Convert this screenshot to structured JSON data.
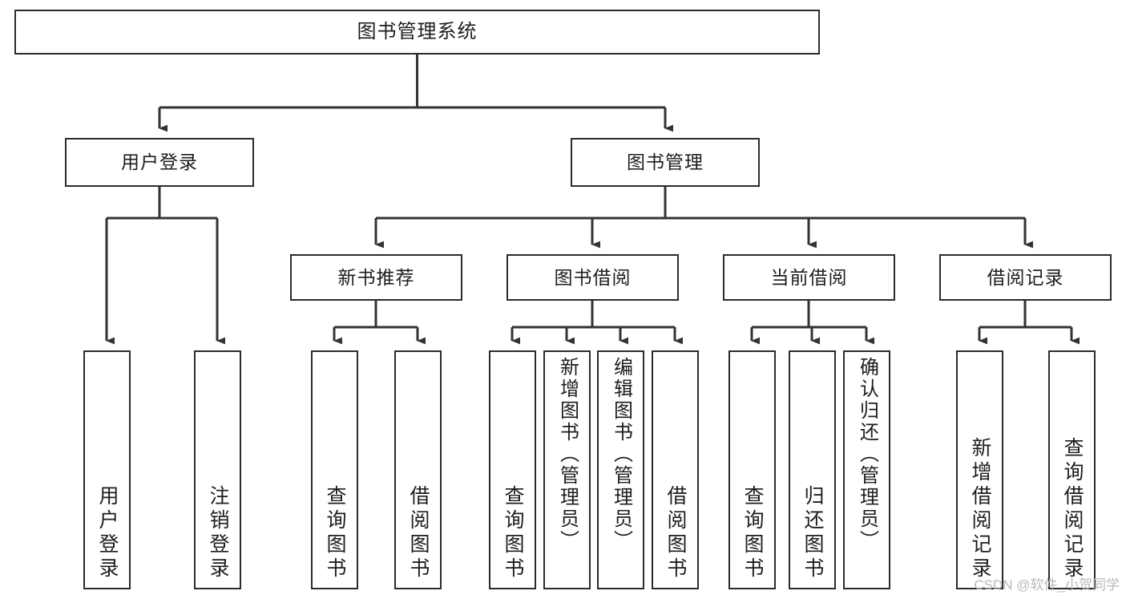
{
  "diagram": {
    "type": "tree",
    "title": "图书管理系统",
    "orientation": "top-down",
    "watermark": "CSDN @软件_小贺同学",
    "colors": {
      "node_border": "#2b2b2b",
      "node_fill": "#ffffff",
      "edge": "#333333",
      "text": "#1d1d1d",
      "watermark": "#b9b9b9",
      "background": "#ffffff"
    },
    "nodes": {
      "root": {
        "label": "图书管理系统"
      },
      "level2": [
        {
          "id": "user-login",
          "label": "用户登录"
        },
        {
          "id": "book-manage",
          "label": "图书管理"
        }
      ],
      "level3": [
        {
          "id": "new-book-rec",
          "label": "新书推荐"
        },
        {
          "id": "book-borrow",
          "label": "图书借阅"
        },
        {
          "id": "current-borrow",
          "label": "当前借阅"
        },
        {
          "id": "borrow-record",
          "label": "借阅记录"
        }
      ],
      "leaves": {
        "user_login": [
          {
            "id": "leaf-user-login",
            "label": "用户登录"
          },
          {
            "id": "leaf-logout-login",
            "label": "注销登录"
          }
        ],
        "new_book_rec": [
          {
            "id": "leaf-query-book-1",
            "label": "查询图书"
          },
          {
            "id": "leaf-borrow-book-1",
            "label": "借阅图书"
          }
        ],
        "book_borrow": [
          {
            "id": "leaf-query-book-2",
            "label": "查询图书"
          },
          {
            "id": "leaf-add-book",
            "label": "新增图书（管理员）"
          },
          {
            "id": "leaf-edit-book",
            "label": "编辑图书（管理员）"
          },
          {
            "id": "leaf-borrow-book-2",
            "label": "借阅图书"
          }
        ],
        "current_borrow": [
          {
            "id": "leaf-query-book-3",
            "label": "查询图书"
          },
          {
            "id": "leaf-return-book",
            "label": "归还图书"
          },
          {
            "id": "leaf-confirm-return",
            "label": "确认归还（管理员）"
          }
        ],
        "borrow_record": [
          {
            "id": "leaf-add-record",
            "label": "新增借阅记录"
          },
          {
            "id": "leaf-query-record",
            "label": "查询借阅记录"
          }
        ]
      }
    }
  }
}
